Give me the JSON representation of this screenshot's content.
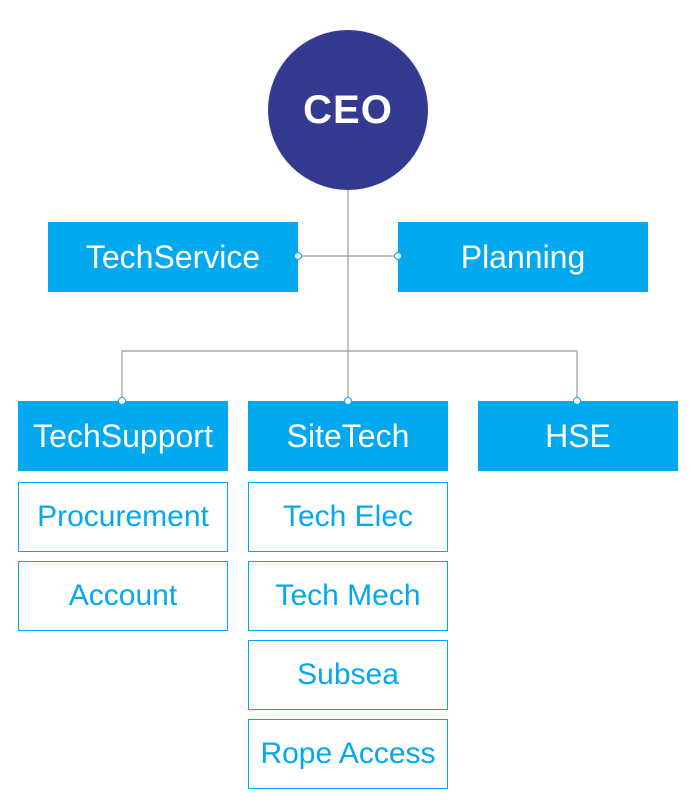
{
  "colors": {
    "ceo_fill": "#333a8f",
    "box_fill": "#03a9ee",
    "box_text": "#ffffff",
    "outline_text": "#03a9ee",
    "connector": "#999999"
  },
  "org_chart": {
    "root": "CEO",
    "staff": [
      "TechService",
      "Planning"
    ],
    "departments": [
      {
        "name": "TechSupport",
        "units": [
          "Procurement",
          "Account"
        ]
      },
      {
        "name": "SiteTech",
        "units": [
          "Tech Elec",
          "Tech Mech",
          "Subsea",
          "Rope Access"
        ]
      },
      {
        "name": "HSE",
        "units": []
      }
    ]
  }
}
